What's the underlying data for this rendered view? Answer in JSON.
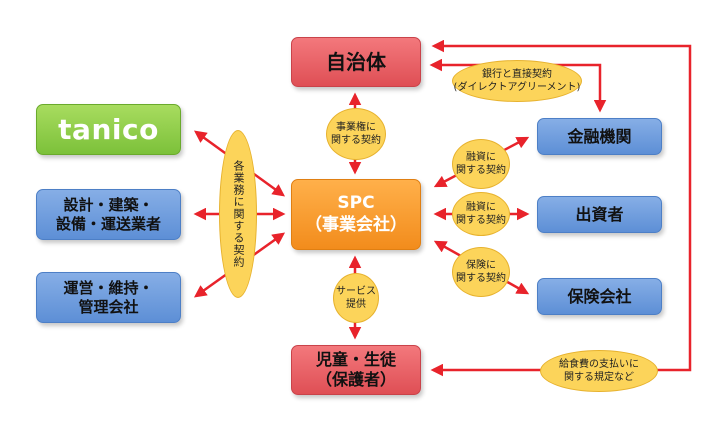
{
  "nodes": {
    "municipality": "自治体",
    "spc": [
      "SPC",
      "（事業会社）"
    ],
    "students": [
      "児童・生徒",
      "（保護者）"
    ],
    "tanico": "tanico",
    "design": [
      "設計・建築・",
      "設備・運送業者"
    ],
    "operation": [
      "運営・維持・",
      "管理会社"
    ],
    "bank": "金融機関",
    "investor": "出資者",
    "insurance": "保険会社"
  },
  "labels": {
    "direct_contract": [
      "銀行と直接契約",
      "(ダイレクトアグリーメント)"
    ],
    "business_rights": [
      "事業権に",
      "関する契約"
    ],
    "service": [
      "サービス",
      "提供"
    ],
    "various_contracts": "各業務に関する契約",
    "finance_contract": [
      "融資に",
      "関する契約"
    ],
    "investment_contract": [
      "融資に",
      "関する契約"
    ],
    "insurance_contract": [
      "保険に",
      "関する契約"
    ],
    "meal_payment": [
      "給食費の支払いに",
      "関する規定など"
    ]
  },
  "colors": {
    "arrow": "#e8232b",
    "red_box": "#e7585d",
    "orange_box": "#f59a2c",
    "blue_box": "#6b98dc",
    "green_box": "#8ccb48",
    "label_fill": "#fcd45a"
  }
}
